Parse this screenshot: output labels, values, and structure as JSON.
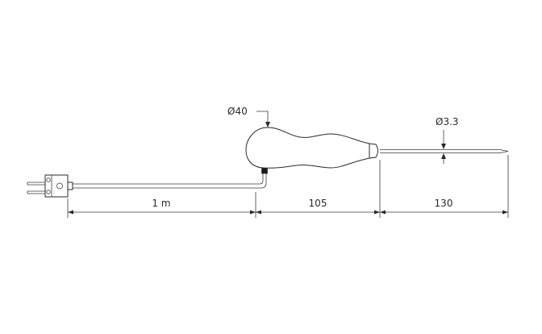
{
  "dimensions": {
    "handle_diameter": "Ø40",
    "tip_diameter": "Ø3.3",
    "cable_length": "1 m",
    "handle_length": "105",
    "probe_length": "130"
  },
  "colors": {
    "line": "#2a2a2a",
    "handle_fill": "#ffffff",
    "dark_part": "#1a1a1a"
  }
}
